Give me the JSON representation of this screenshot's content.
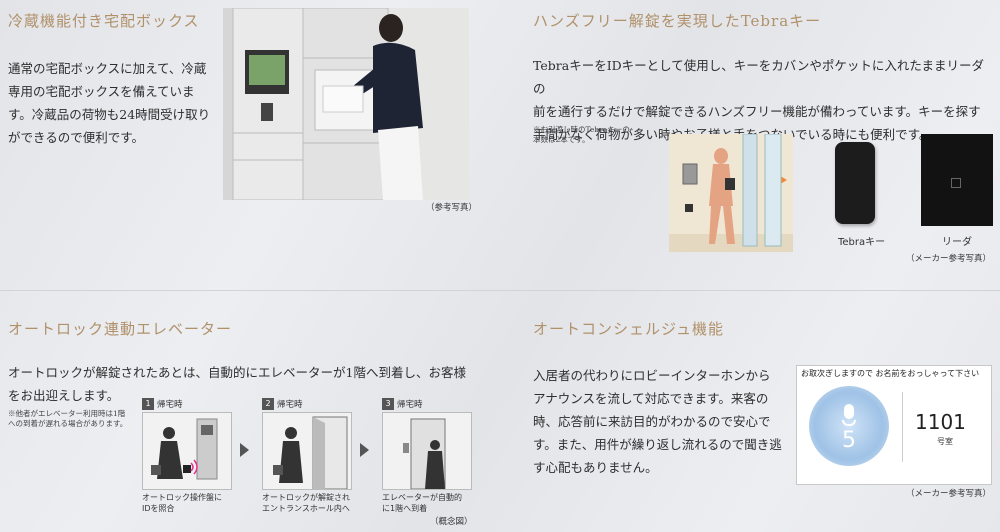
{
  "fridge": {
    "title": "冷蔵機能付き宅配ボックス",
    "body": [
      "通常の宅配ボックスに加えて、冷蔵",
      "専用の宅配ボックスを備えていま",
      "す。冷蔵品の荷物も24時間受け取り",
      "ができるので便利です。"
    ],
    "photo_note": "（参考写真）"
  },
  "tebra": {
    "title": "ハンズフリー解錠を実現したTebraキー",
    "body": [
      "TebraキーをIDキーとして使用し、キーをカバンやポケットに入れたままリーダの",
      "前を通行するだけで解錠できるハンズフリー機能が備わっています。キーを探す",
      "手間がなく荷物が多い時やお子様と手をつないでいる時にも便利です。"
    ],
    "note": [
      "※お引渡し時のTebraキーの",
      "本数は2本です。"
    ],
    "key_label": "Tebraキー",
    "reader_label": "リーダ",
    "maker_note": "（メーカー参考写真）"
  },
  "elevator": {
    "title": "オートロック連動エレベーター",
    "body": [
      "オートロックが解錠されたあとは、自動的にエレベーターが1階へ到着し、お客様",
      "をお出迎えします。"
    ],
    "note": [
      "※他者がエレベーター利用時は1階",
      "への到着が遅れる場合があります。"
    ],
    "steps": [
      {
        "num": "1",
        "label": "帰宅時",
        "caption": [
          "オートロック操作盤に",
          "IDを照合"
        ]
      },
      {
        "num": "2",
        "label": "帰宅時",
        "caption": [
          "オートロックが解錠され",
          "エントランスホール内へ"
        ]
      },
      {
        "num": "3",
        "label": "帰宅時",
        "caption": [
          "エレベーターが自動的",
          "に1階へ到着"
        ]
      }
    ],
    "diagram_note": "（概念図）"
  },
  "concierge": {
    "title": "オートコンシェルジュ機能",
    "body": [
      "入居者の代わりにロビーインターホンから",
      "アナウンスを流して対応できます。来客の",
      "時、応答前に来訪目的がわかるので安心で",
      "す。また、用件が繰り返し流れるので聞き逃",
      "す心配もありません。"
    ],
    "panel_header": "お取次ぎしますので お名前をおっしゃって下さい",
    "countdown": "5",
    "room_number": "1101",
    "room_label": "号室",
    "maker_note": "（メーカー参考写真）"
  }
}
